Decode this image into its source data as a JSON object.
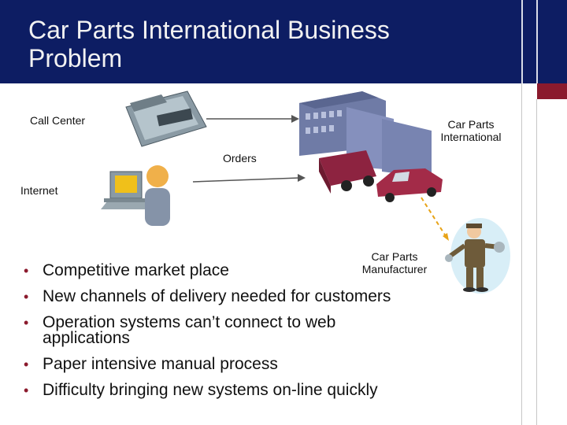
{
  "slide": {
    "title_line1": "Car Parts International Business",
    "title_line2": "Problem"
  },
  "diagram": {
    "labels": {
      "call_center": "Call Center",
      "cpi_line1": "Car Parts",
      "cpi_line2": "International",
      "orders": "Orders",
      "internet": "Internet",
      "mfr_line1": "Car Parts",
      "mfr_line2": "Manufacturer"
    },
    "icons": [
      "phone-icon",
      "computer-icon",
      "person-icon",
      "warehouse-icon",
      "truck-icon",
      "car-icon",
      "mechanic-icon"
    ]
  },
  "bullets": [
    "Competitive market place",
    "New channels of delivery needed for customers",
    "Operation systems can’t connect to web applications",
    "Paper intensive manual process",
    "Difficulty bringing new systems on-line quickly"
  ],
  "colors": {
    "title_bg": "#0d1d63",
    "accent": "#8b1a2d",
    "bullet": "#8b1a2d"
  }
}
